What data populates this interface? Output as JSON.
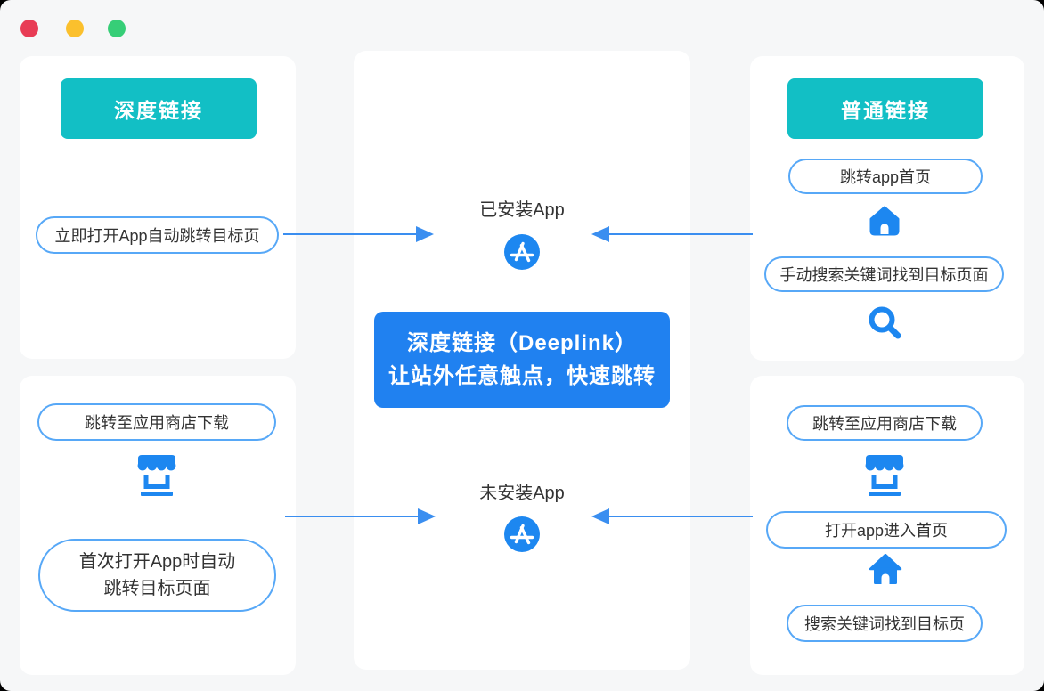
{
  "colors": {
    "teal": "#12bfc5",
    "banner_blue": "#2081f0",
    "icon_blue": "#1d87f0",
    "pill_border": "#57a8f7",
    "arrow_blue": "#3a8ef0",
    "traffic_red": "#e83c55",
    "traffic_yellow": "#fbc02d",
    "traffic_green": "#36ce77"
  },
  "deeplink_column": {
    "header": "深度链接",
    "installed_pill": "立即打开App自动跳转目标页",
    "store_pill": "跳转至应用商店下载",
    "result_pill_line1": "首次打开App时自动",
    "result_pill_line2": "跳转目标页面"
  },
  "center_column": {
    "installed_label": "已安装App",
    "not_installed_label": "未安装App",
    "banner_line1": "深度链接（Deeplink）",
    "banner_line2": "让站外任意触点，快速跳转"
  },
  "normal_link_column": {
    "header": "普通链接",
    "home_pill": "跳转app首页",
    "search_pill": "手动搜索关键词找到目标页面",
    "store_pill": "跳转至应用商店下载",
    "open_pill": "打开app进入首页",
    "search_result_pill": "搜索关键词找到目标页"
  }
}
